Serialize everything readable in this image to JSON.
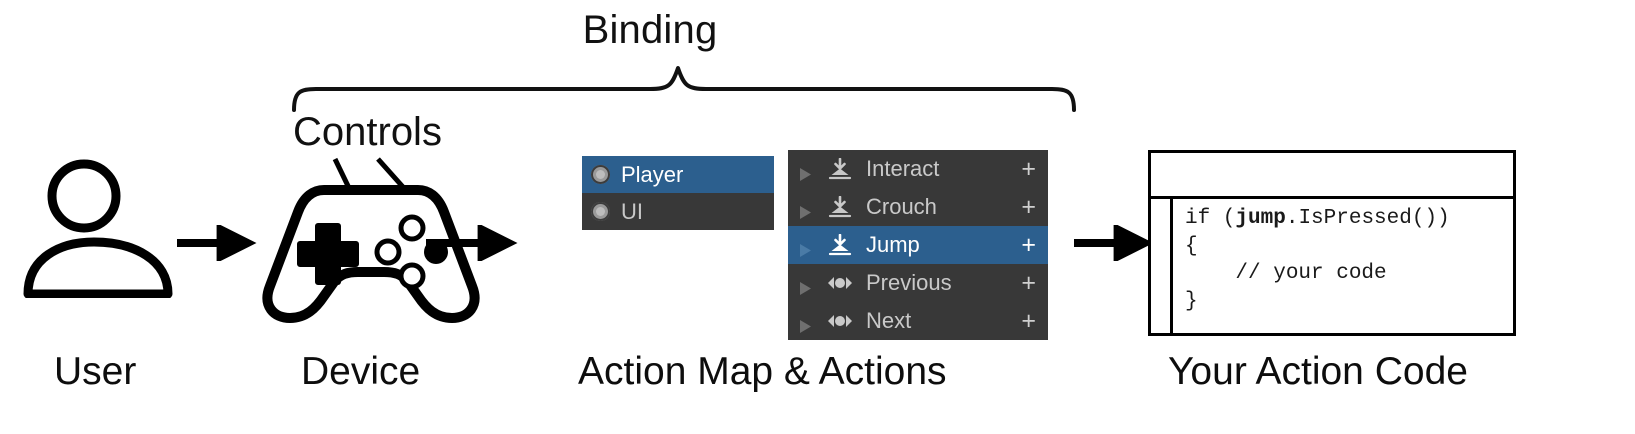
{
  "diagram": {
    "binding_label": "Binding",
    "controls_label": "Controls"
  },
  "captions": {
    "user": "User",
    "device": "Device",
    "action_map": "Action Map & Actions",
    "code": "Your Action Code"
  },
  "action_map_panel": {
    "rows": [
      {
        "label": "Player",
        "icon": "radio-bullet-icon",
        "selected": true
      },
      {
        "label": "UI",
        "icon": "radio-bullet-icon",
        "selected": false
      }
    ]
  },
  "actions_panel": {
    "add_symbol": "+",
    "rows": [
      {
        "label": "Interact",
        "icon": "button-press-icon",
        "selected": false,
        "add": "+"
      },
      {
        "label": "Crouch",
        "icon": "button-press-icon",
        "selected": false,
        "add": "+"
      },
      {
        "label": "Jump",
        "icon": "button-press-icon",
        "selected": true,
        "add": "+"
      },
      {
        "label": "Previous",
        "icon": "axis-1d-icon",
        "selected": false,
        "add": "+"
      },
      {
        "label": "Next",
        "icon": "axis-1d-icon",
        "selected": false,
        "add": "+"
      }
    ]
  },
  "code_window": {
    "title": "",
    "lines": [
      "if (jump.IsPressed())",
      "{",
      "    // your code",
      "}"
    ],
    "bold_token": "jump"
  },
  "colors": {
    "panel_background": "#383838",
    "selection_blue": "#2c5f8e",
    "text_light": "#c9c9c9",
    "text_white": "#ffffff",
    "ink": "#000000",
    "page_background": "#ffffff"
  }
}
